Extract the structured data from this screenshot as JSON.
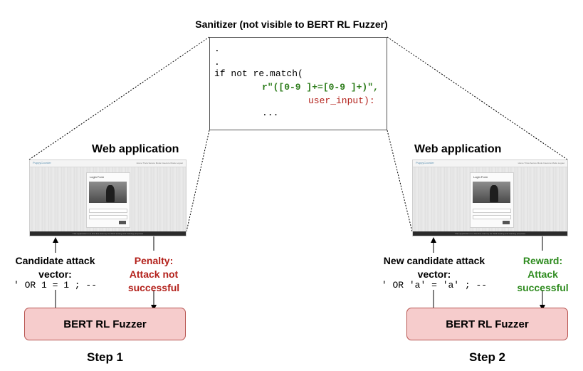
{
  "sanitizer": {
    "title": "Sanitizer (not visible to BERT RL Fuzzer)",
    "code_lines": [
      {
        "text": ".",
        "color": "default"
      },
      {
        "text": ".",
        "color": "default"
      },
      {
        "text": "if not re.match(",
        "color": "default"
      },
      {
        "text": "r\"([0-9 ]+=[0-9 ]+)\",",
        "color": "green"
      },
      {
        "text": "user_input):",
        "color": "red"
      },
      {
        "text": "...",
        "color": "default"
      }
    ]
  },
  "webapp": {
    "brand": "PuppyCoorder",
    "nav_links": "Home   Trivia   Secure Mode   Insecure Mode   Logout",
    "card_title": "Login Form",
    "footer_text": "This application is a first line dummy for WAF testing and training purposes"
  },
  "step1": {
    "heading": "Web application",
    "left_label_lines": [
      "Candidate attack",
      "vector:"
    ],
    "vector": "' OR 1 = 1 ; --",
    "right_label_lines": [
      "Penalty:",
      "Attack not",
      "successful"
    ],
    "right_label_color": "#b3211b",
    "fuzzer_label": "BERT RL Fuzzer",
    "step_label": "Step 1"
  },
  "step2": {
    "heading": "Web application",
    "left_label_lines": [
      "New candidate attack",
      "vector:"
    ],
    "vector": "' OR 'a' = 'a' ; --",
    "right_label_lines": [
      "Reward:",
      "Attack",
      "successful"
    ],
    "right_label_color": "#2e8b1f",
    "fuzzer_label": "BERT RL Fuzzer",
    "step_label": "Step 2"
  }
}
